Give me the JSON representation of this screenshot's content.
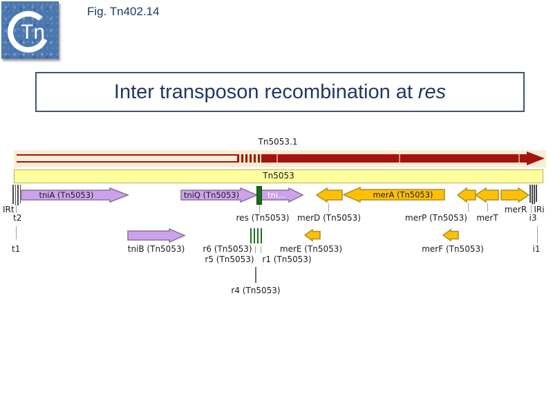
{
  "slide": {
    "logo_text": "Tn",
    "fig_label": "Fig. Tn402.14",
    "title_main": "Inter transposon recombination at",
    "title_italic": "res"
  },
  "map": {
    "tn5053_1": "Tn5053.1",
    "tn5053": "Tn5053",
    "genes": {
      "tniA": "tniA (Tn5053)",
      "tniQ": "tniQ (Tn5053)",
      "tni_partial": "tni...",
      "tniB": "tniB (Tn5053)",
      "merA": "merA (Tn5053)"
    },
    "labels": {
      "irt": "IRt",
      "t2": "t2",
      "t1": "t1",
      "res": "res (Tn5053)",
      "merD": "merD (Tn5053)",
      "merE": "merE (Tn5053)",
      "merF": "merF (Tn5053)",
      "merP": "merP (Tn5053)",
      "merT": "merT",
      "merR": "merR",
      "iri": "IRi",
      "i3": "i3",
      "i1": "i1",
      "r6": "r6 (Tn5053)",
      "r5": "r5 (Tn5053)",
      "r1": "r1 (Tn5053)",
      "r4": "r4 (Tn5053)"
    },
    "colors": {
      "gene_purple": "#CDA2EC",
      "gene_purple_border": "#837394",
      "gene_orange": "#FFC000",
      "gene_orange_border": "#A98E2F",
      "backbone_cream": "#FAEDD3",
      "backbone_red": "#A31410",
      "tn5053_yellow": "#FFFF9C",
      "res_green": "#1E6B1E",
      "navy_text": "#1F3864",
      "title_border": "#44546A"
    }
  }
}
